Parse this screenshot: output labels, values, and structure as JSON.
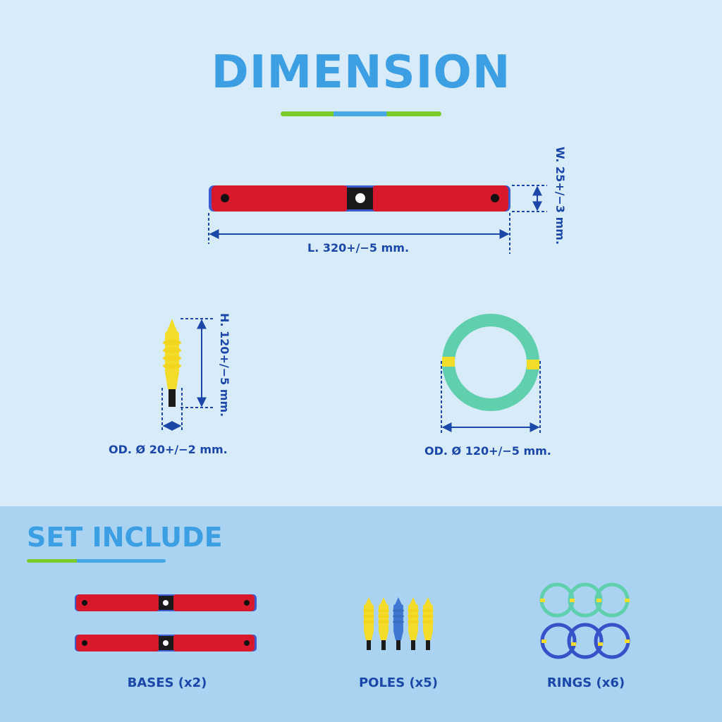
{
  "header": {
    "title": "DIMENSION"
  },
  "dimensions": {
    "base_length": "L. 320+/−5  mm.",
    "base_width": "W.  25+/−3  mm.",
    "pole_height": "H.  120+/−5  mm.",
    "pole_diameter": "OD.  Ø  20+/−2  mm.",
    "ring_diameter": "OD.  Ø  120+/−5  mm."
  },
  "set": {
    "title": "SET  INCLUDE",
    "items": [
      {
        "label": "BASES  (x2)"
      },
      {
        "label": "POLES  (x5)"
      },
      {
        "label": "RINGS  (x6)"
      }
    ]
  },
  "colors": {
    "base_red": "#d8192b",
    "base_edge": "#3c5bd0",
    "pole_yellow": "#f4dd2a",
    "pole_blue": "#3f78d2",
    "ring_green": "#5fcfad",
    "ring_blue": "#3553c9",
    "dimension_line": "#1b47a8"
  }
}
